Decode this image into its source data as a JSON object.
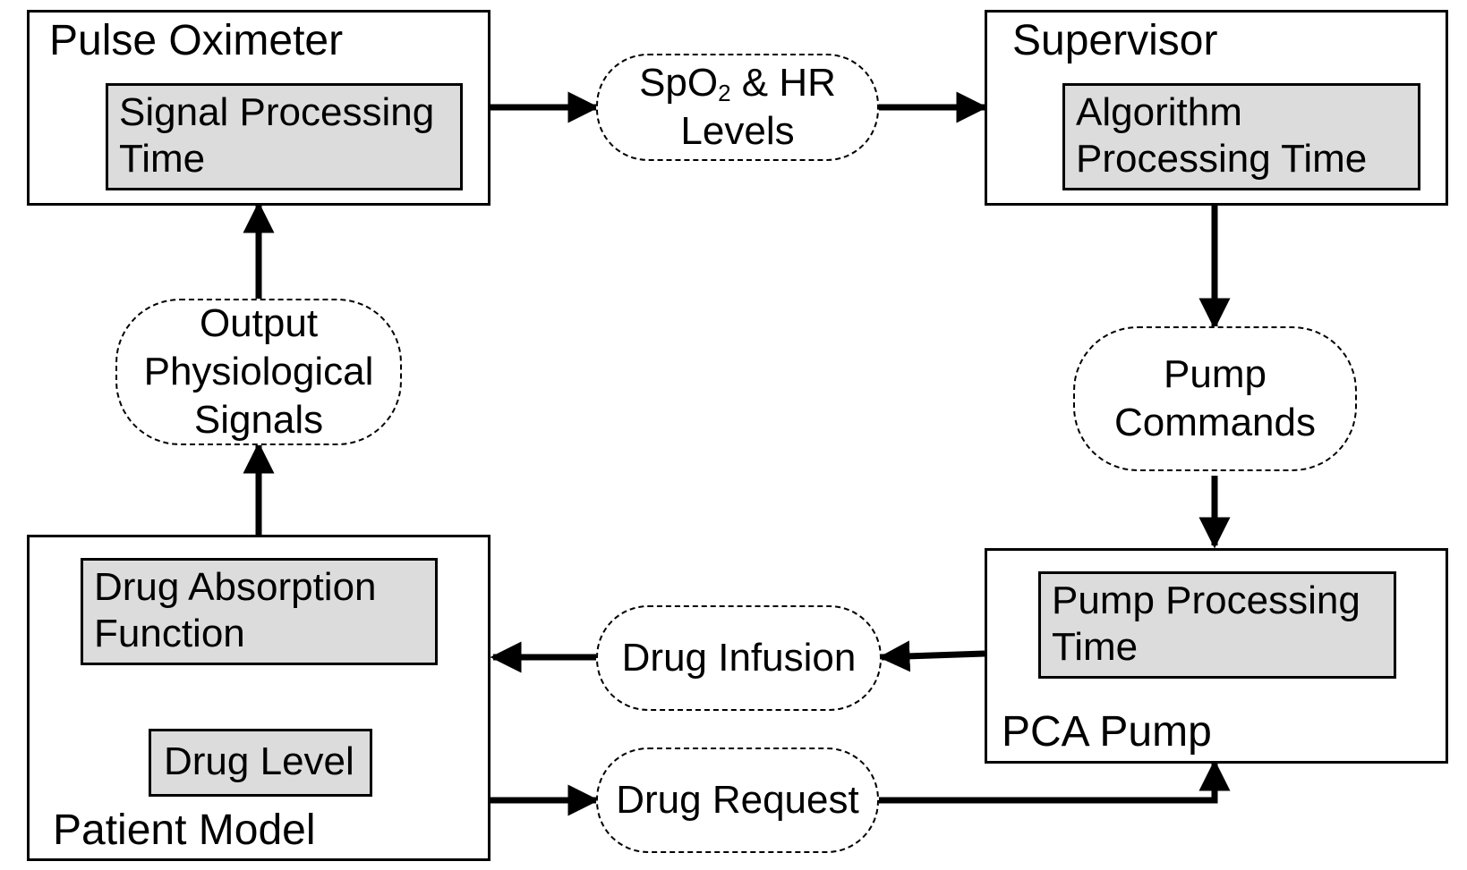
{
  "blocks": {
    "pulse_oximeter": {
      "title": "Pulse Oximeter",
      "inner": [
        "Signal Processing",
        "Time"
      ]
    },
    "supervisor": {
      "title": "Supervisor",
      "inner": [
        "Algorithm",
        "Processing Time"
      ]
    },
    "pca_pump": {
      "title": "PCA Pump",
      "inner": [
        "Pump Processing",
        "Time"
      ]
    },
    "patient_model": {
      "title": "Patient Model",
      "inner": [
        "Drug Absorption",
        "Function"
      ],
      "drug_level": "Drug Level"
    }
  },
  "signals": {
    "spo2_hr": {
      "pre": "SpO",
      "sub": "2",
      "post": " & HR",
      "line2": "Levels"
    },
    "pump_commands": [
      "Pump",
      "Commands"
    ],
    "drug_infusion": "Drug Infusion",
    "drug_request": "Drug Request",
    "output_signals": [
      "Output",
      "Physiological",
      "Signals"
    ]
  },
  "colors": {
    "stroke": "#000000",
    "inner_fill": "#dcdcdc",
    "background": "#ffffff"
  }
}
